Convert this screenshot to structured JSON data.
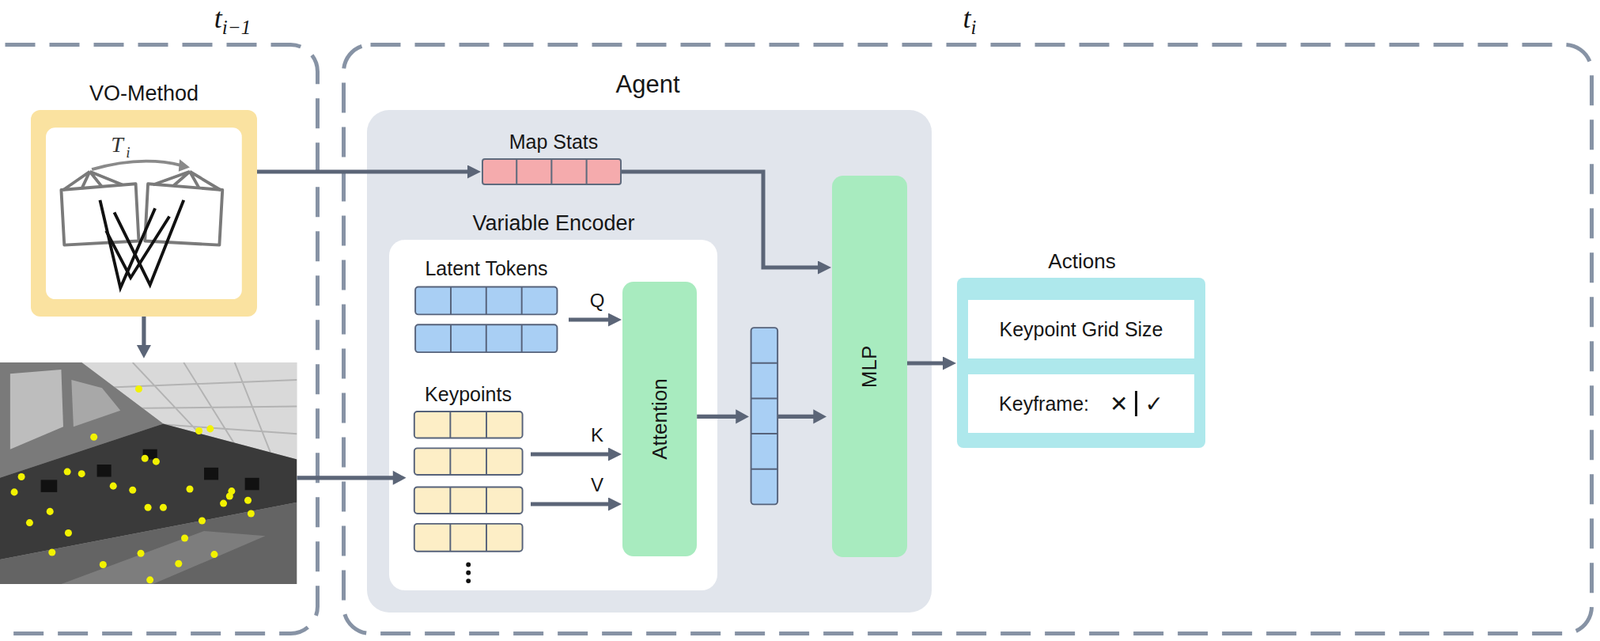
{
  "diagram": {
    "nodes": [
      {
        "text": [
          "t",
          "i−1"
        ]
      },
      {
        "text": [
          "VO-Method"
        ],
        "in": 0
      },
      {
        "text": [
          "t",
          "i"
        ]
      },
      {
        "text": [
          "Agent"
        ],
        "in": 2
      },
      {
        "text": [
          "Map Stats"
        ],
        "in": 3
      },
      {
        "text": [
          "Variable Encoder"
        ],
        "in": 3
      },
      {
        "text": [
          "Latent Tokens"
        ],
        "in": 5
      },
      {
        "text": [
          "Keypoints"
        ],
        "in": 5
      },
      {
        "text": [
          "Attention"
        ],
        "in": 5
      },
      {
        "text": [
          "MLP"
        ],
        "in": 3
      },
      {
        "text": [
          "Actions"
        ],
        "in": 2
      },
      {
        "text": [
          "Keypoint Grid Size"
        ],
        "in": 10
      },
      {
        "text": [
          "Keyframe:",
          "✕",
          "✓"
        ],
        "in": 10
      }
    ],
    "edges": [
      {
        "from": 1,
        "to": 4,
        "arrow": "to"
      },
      {
        "from": 4,
        "to": 9,
        "arrow": "to"
      },
      {
        "from": 6,
        "to": 8,
        "label": "Q",
        "arrow": "to"
      },
      {
        "from": 7,
        "to": 8,
        "label": "K",
        "arrow": "to"
      },
      {
        "from": 7,
        "to": 8,
        "label": "V",
        "arrow": "to"
      },
      {
        "from": 9,
        "to": 10,
        "arrow": "to"
      }
    ],
    "labels": [
      "T",
      "i"
    ]
  }
}
